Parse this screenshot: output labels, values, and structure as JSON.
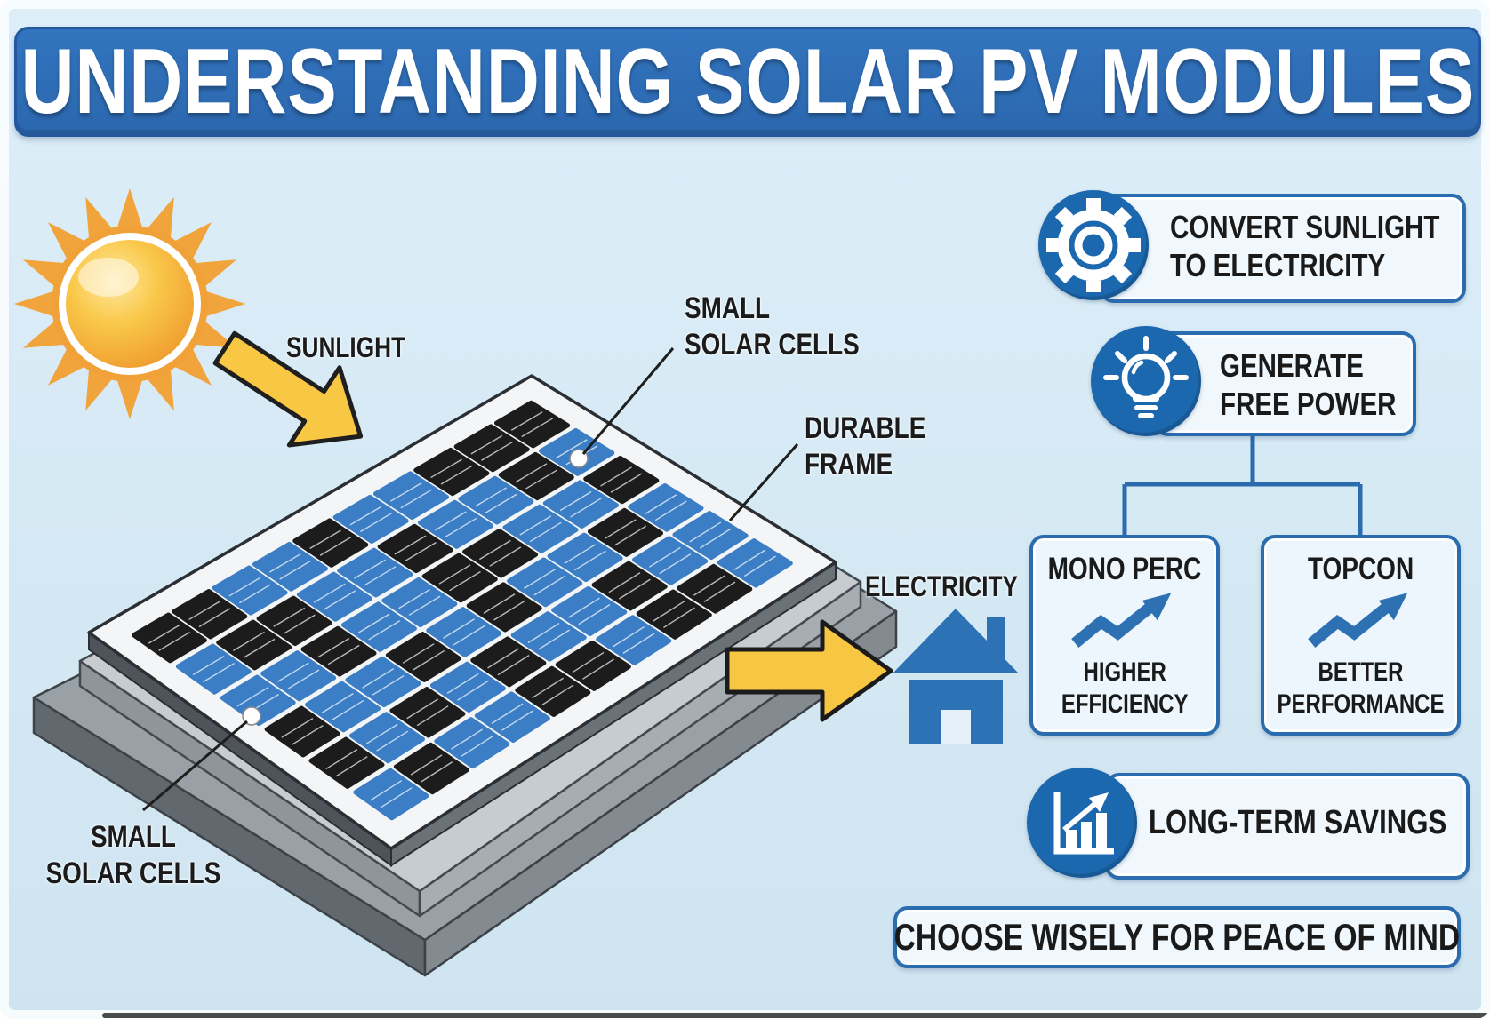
{
  "title": "UNDERSTANDING SOLAR PV MODULES",
  "colors": {
    "background": "#d6e9f4",
    "banner_blue": "#2e6cb3",
    "accent_blue": "#2a6cad",
    "icon_circle_blue": "#1c68af",
    "sun_orange": "#f3a33c",
    "arrow_yellow": "#f7c644",
    "house_blue": "#2d72b4",
    "cell_blue": "#3b7ec6",
    "cell_black": "#1c1c1c",
    "text_dark": "#1b1b1b"
  },
  "diagram": {
    "sunlight_label": "SUNLIGHT",
    "electricity_label": "ELECTRICITY",
    "label_small_cells_top": [
      "SMALL",
      "SOLAR CELLS"
    ],
    "label_durable_frame": [
      "DURABLE",
      "FRAME"
    ],
    "label_small_cells_bottom": [
      "SMALL",
      "SOLAR CELLS"
    ],
    "panel": {
      "rows": 6,
      "cols": 10,
      "pattern": [
        "kkbbkbbkkk",
        "bkkbbkbbkb",
        "bbkbbkkbbk",
        "kbbkbkbbkb",
        "kbkbkbbkbb",
        "bkbbkkbkkb"
      ]
    }
  },
  "benefits": [
    {
      "icon": "gear-icon",
      "lines": [
        "CONVERT SUNLIGHT",
        "TO ELECTRICITY"
      ]
    },
    {
      "icon": "lightbulb-icon",
      "lines": [
        "GENERATE",
        "FREE POWER"
      ]
    }
  ],
  "technologies": [
    {
      "name": "MONO PERC",
      "benefit_lines": [
        "HIGHER",
        "EFFICIENCY"
      ]
    },
    {
      "name": "TOPCON",
      "benefit_lines": [
        "BETTER",
        "PERFORMANCE"
      ]
    }
  ],
  "savings_label": "LONG-TERM SAVINGS",
  "footer": "CHOOSE WISELY FOR PEACE OF MIND"
}
